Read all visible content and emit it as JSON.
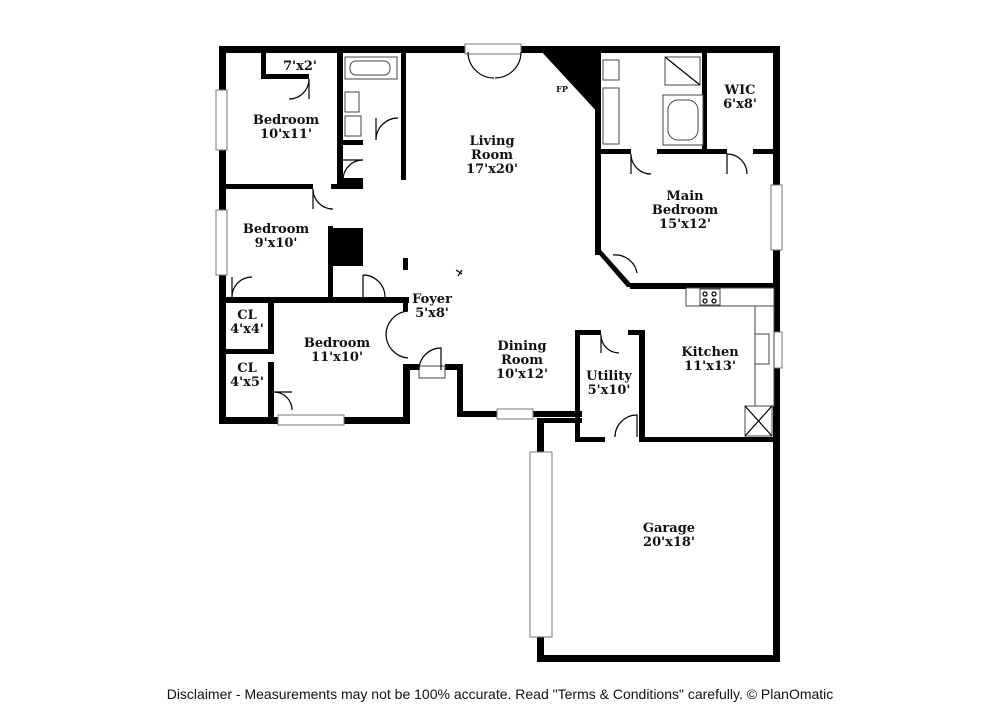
{
  "rooms": {
    "bath_closet": {
      "dim": "7'x2'"
    },
    "bedroom_nw": {
      "name": "Bedroom",
      "dim": "10'x11'"
    },
    "bedroom_w": {
      "name": "Bedroom",
      "dim": "9'x10'"
    },
    "cl_1": {
      "name": "CL",
      "dim": "4'x4'"
    },
    "cl_2": {
      "name": "CL",
      "dim": "4'x5'"
    },
    "bedroom_sw": {
      "name": "Bedroom",
      "dim": "11'x10'"
    },
    "living": {
      "name": "Living",
      "name2": "Room",
      "dim": "17'x20'"
    },
    "fireplace": {
      "name": "FP"
    },
    "foyer": {
      "name": "Foyer",
      "dim": "5'x8'"
    },
    "dining": {
      "name": "Dining",
      "name2": "Room",
      "dim": "10'x12'"
    },
    "wic": {
      "name": "WIC",
      "dim": "6'x8'"
    },
    "main_bedroom": {
      "name": "Main",
      "name2": "Bedroom",
      "dim": "15'x12'"
    },
    "kitchen": {
      "name": "Kitchen",
      "dim": "11'x13'"
    },
    "utility": {
      "name": "Utility",
      "dim": "5'x10'"
    },
    "garage": {
      "name": "Garage",
      "dim": "20'x18'"
    }
  },
  "disclaimer": "Disclaimer - Measurements may not be 100% accurate. Read \"Terms & Conditions\" carefully. © PlanOmatic"
}
